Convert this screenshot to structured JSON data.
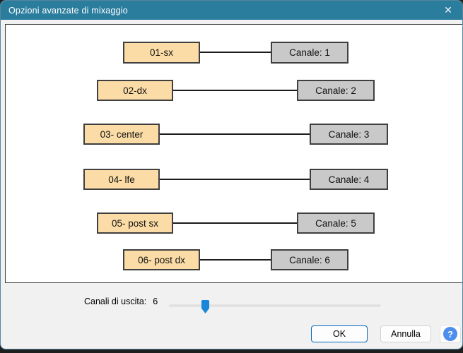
{
  "window": {
    "title": "Opzioni avanzate di mixaggio",
    "close_icon": "✕"
  },
  "mixer": {
    "rows": [
      {
        "source": "01-sx",
        "target": "Canale:  1"
      },
      {
        "source": "02-dx",
        "target": "Canale:  2"
      },
      {
        "source": "03- center",
        "target": "Canale:  3"
      },
      {
        "source": "04- lfe",
        "target": "Canale:  4"
      },
      {
        "source": "05- post sx",
        "target": "Canale:  5"
      },
      {
        "source": "06- post dx",
        "target": "Canale:  6"
      }
    ]
  },
  "slider": {
    "label": "Canali di uscita:",
    "value": "6",
    "min_position_hint": "thumb near left (6 of max channels)"
  },
  "footer": {
    "ok_label": "OK",
    "cancel_label": "Annulla",
    "help_icon": "?"
  },
  "colors": {
    "titlebar": "#2b7d9e",
    "dialog_bg": "#f1f1f1",
    "panel_bg": "#ffffff",
    "source_box": "#fbdca6",
    "target_box": "#c9c9c9",
    "box_border": "#3f3f3f",
    "slider_thumb": "#1a86d9",
    "ok_border": "#0067c0",
    "help_blue": "#4c8ded"
  }
}
